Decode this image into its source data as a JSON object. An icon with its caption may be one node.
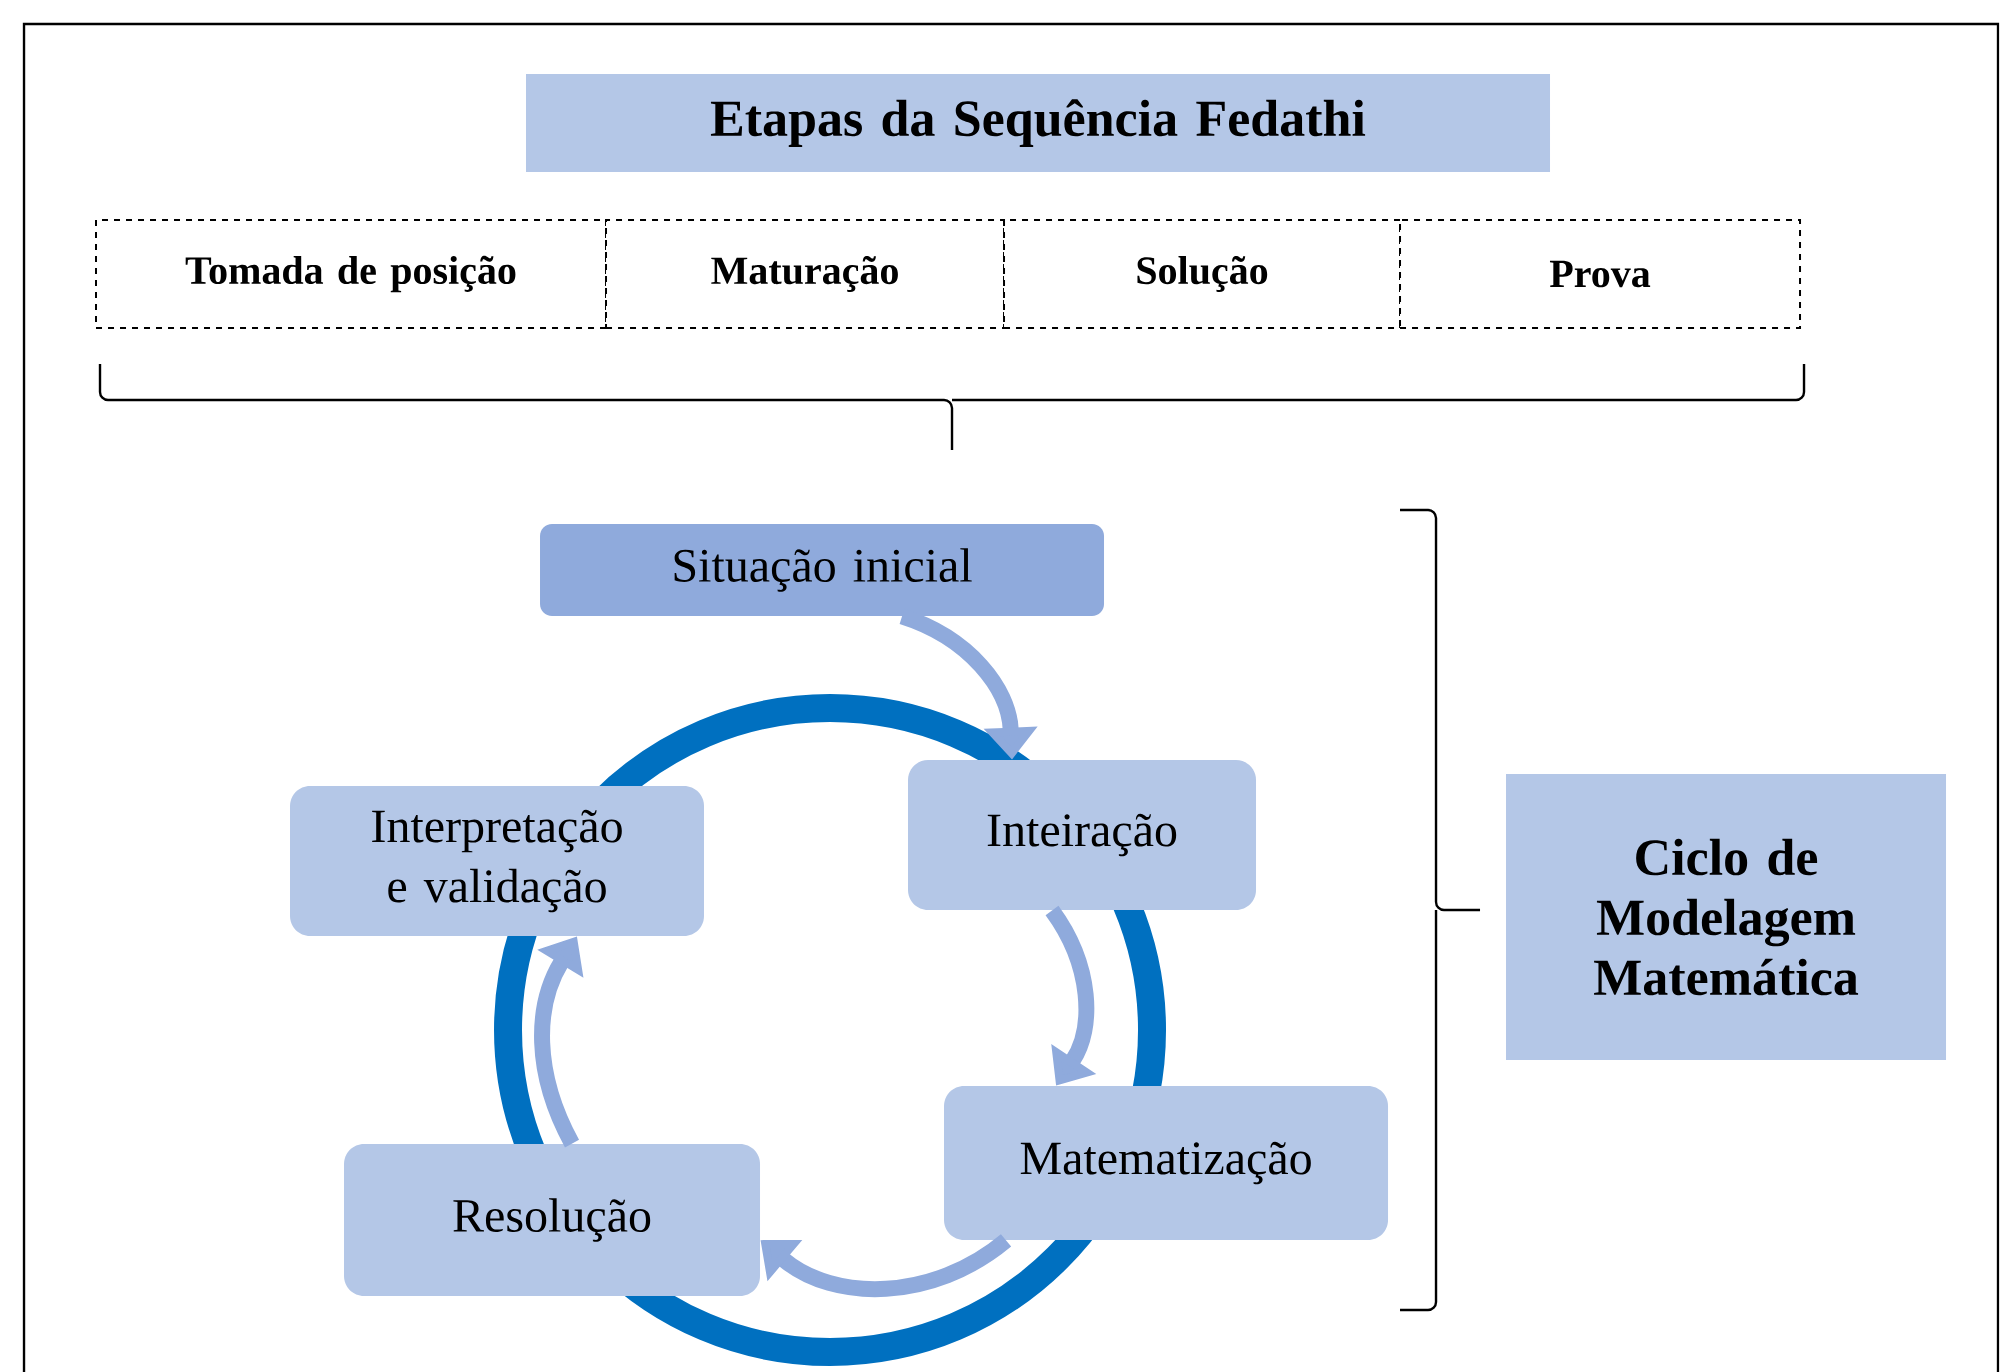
{
  "diagram": {
    "nodes": [
      {
        "text": [
          "Etapas da Sequência Fedathi"
        ]
      },
      {
        "text": [
          "Tomada de posição"
        ]
      },
      {
        "text": [
          "Maturação"
        ]
      },
      {
        "text": [
          "Solução"
        ]
      },
      {
        "text": [
          "Prova"
        ]
      },
      {
        "text": [
          "Situação inicial"
        ]
      },
      {
        "text": [
          "Inteiração"
        ]
      },
      {
        "text": [
          "Interpretação e validação"
        ]
      },
      {
        "text": [
          "Matematização"
        ]
      },
      {
        "text": [
          "Resolução"
        ]
      },
      {
        "text": [
          "Ciclo de Modelagem Matemática"
        ]
      }
    ],
    "edges": [
      {
        "from": 5,
        "to": 6,
        "arrow": "to"
      },
      {
        "from": 6,
        "to": 8,
        "arrow": "to"
      },
      {
        "from": 8,
        "to": 9,
        "arrow": "to"
      },
      {
        "from": 9,
        "to": 7,
        "arrow": "to"
      }
    ]
  }
}
